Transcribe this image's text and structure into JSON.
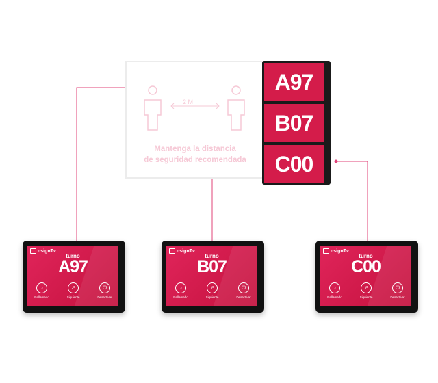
{
  "queue_display": {
    "codes": [
      "A97",
      "B07",
      "C00"
    ]
  },
  "background_screen": {
    "distance_label": "2 M",
    "message_line1": "Mantenga la distancia",
    "message_line2": "de seguridad recomendada"
  },
  "tablets": [
    {
      "logo": "nsignTv",
      "turno_label": "turno",
      "code": "A97",
      "buttons": [
        {
          "icon": "bell-icon",
          "label": "Rellamado"
        },
        {
          "icon": "next-icon",
          "label": "Siguiente"
        },
        {
          "icon": "power-icon",
          "label": "Desactivar"
        }
      ]
    },
    {
      "logo": "nsignTv",
      "turno_label": "turno",
      "code": "B07",
      "buttons": [
        {
          "icon": "bell-icon",
          "label": "Rellamado"
        },
        {
          "icon": "next-icon",
          "label": "Siguiente"
        },
        {
          "icon": "power-icon",
          "label": "Desactivar"
        }
      ]
    },
    {
      "logo": "nsignTv",
      "turno_label": "turno",
      "code": "C00",
      "buttons": [
        {
          "icon": "bell-icon",
          "label": "Rellamado"
        },
        {
          "icon": "next-icon",
          "label": "Siguiente"
        },
        {
          "icon": "power-icon",
          "label": "Desactivar"
        }
      ]
    }
  ],
  "colors": {
    "accent": "#d41c4a",
    "connector": "#e0447a",
    "panel": "#1a1a1a"
  }
}
